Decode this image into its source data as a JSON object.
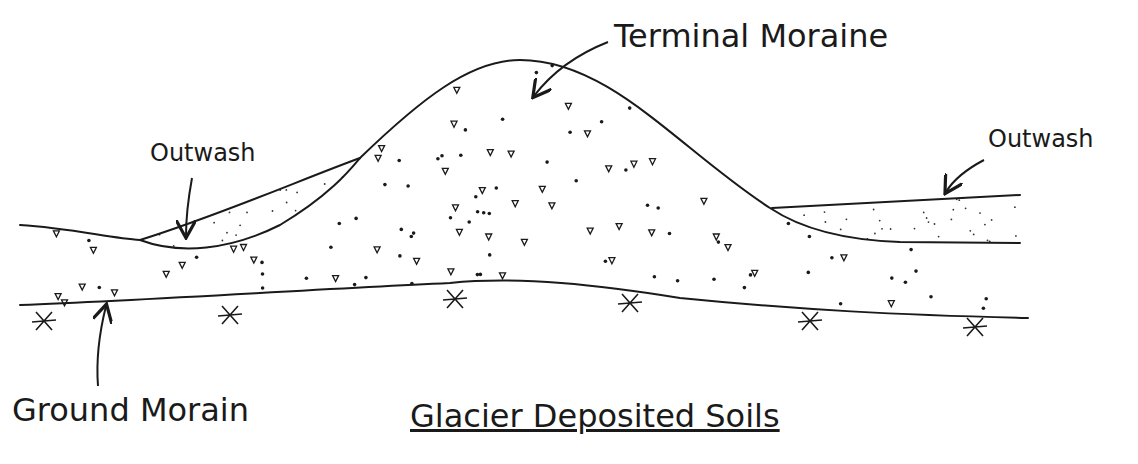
{
  "diagram": {
    "title": "Glacier Deposited Soils",
    "labels": [
      "Terminal Moraine",
      "Outwash",
      "Outwash",
      "Ground Morain"
    ]
  }
}
